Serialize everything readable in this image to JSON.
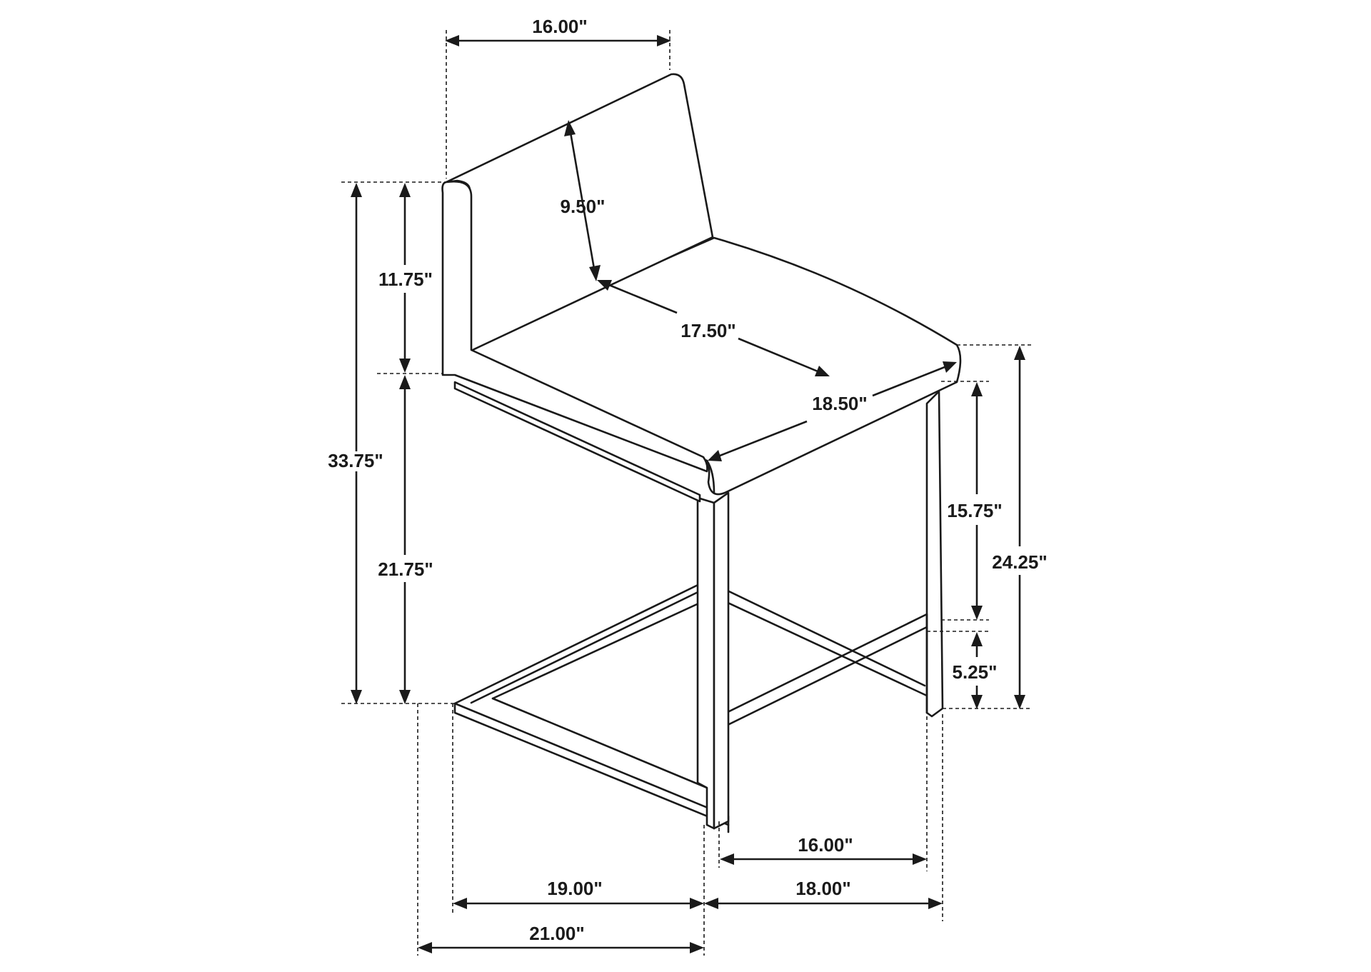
{
  "dimensions": {
    "back_width": "16.00\"",
    "back_height": "9.50\"",
    "backrest_height": "11.75\"",
    "overall_height": "33.75\"",
    "seat_height": "21.75\"",
    "seat_depth": "17.50\"",
    "seat_width": "18.50\"",
    "leg_height_upper": "15.75\"",
    "overall_side_height": "24.25\"",
    "footrest_height": "5.25\"",
    "base_inner_width": "16.00\"",
    "base_depth": "19.00\"",
    "base_width": "18.00\"",
    "overall_depth": "21.00\""
  }
}
